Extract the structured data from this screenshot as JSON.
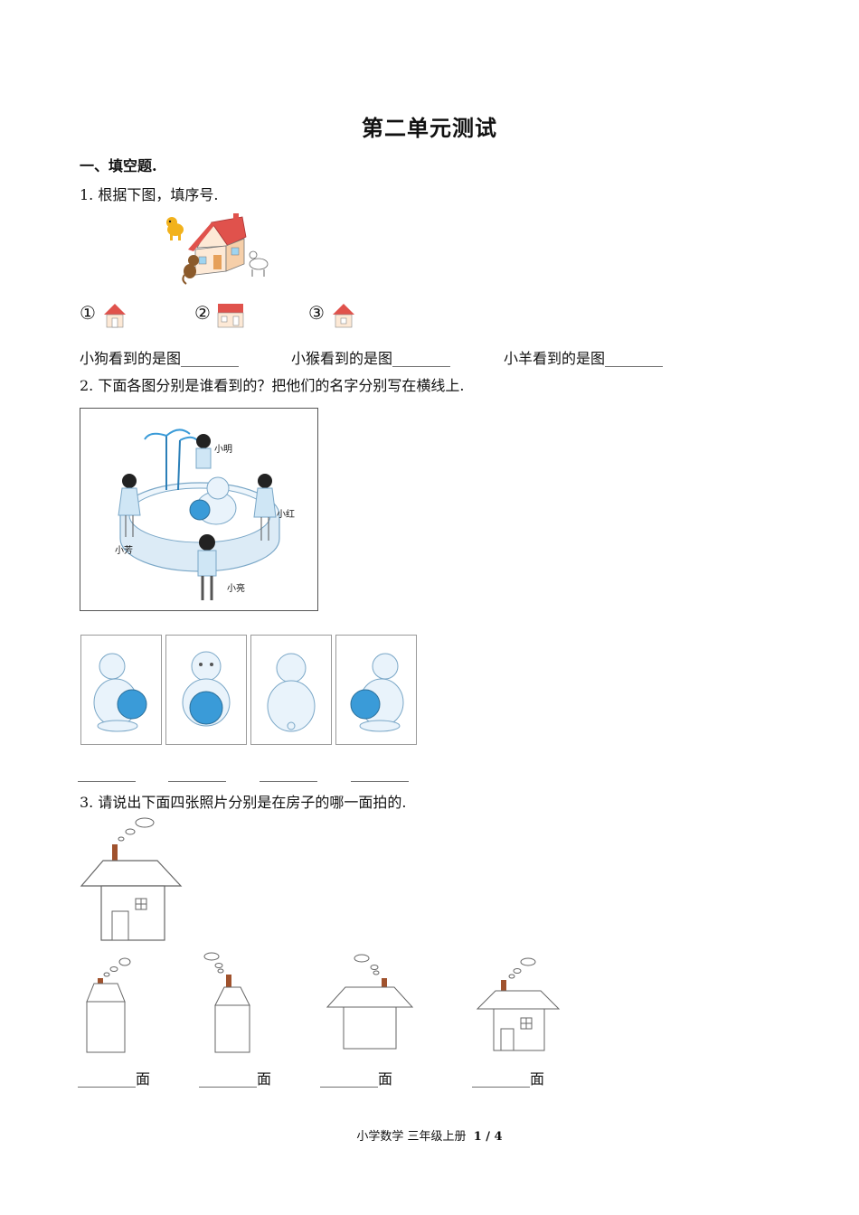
{
  "page": {
    "title": "第二单元测试",
    "section1": "一、填空题.",
    "footer": {
      "subject": "小学数学  三年级上册",
      "page": "1 / 4"
    }
  },
  "q1": {
    "prompt": "1. 根据下图，填序号.",
    "options": [
      "①",
      "②",
      "③"
    ],
    "blanks": [
      "小狗看到的是图________",
      "小猴看到的是图________",
      "小羊看到的是图________"
    ]
  },
  "q2": {
    "prompt": "2. 下面各图分别是谁看到的？把他们的名字分别写在横线上.",
    "names": [
      "小明",
      "小红",
      "小芳",
      "小亮"
    ],
    "blanks": [
      "________",
      "________",
      "________",
      "________"
    ]
  },
  "q3": {
    "prompt": "3. 请说出下面四张照片分别是在房子的哪一面拍的.",
    "blanks": [
      "________面",
      "________面",
      "________面",
      "________面"
    ]
  },
  "colors": {
    "roof": "#e0524c",
    "wall": "#fde9d6",
    "ball": "#3a9bd8",
    "chimney": "#a0522d",
    "bear": "#e9f3fb"
  }
}
